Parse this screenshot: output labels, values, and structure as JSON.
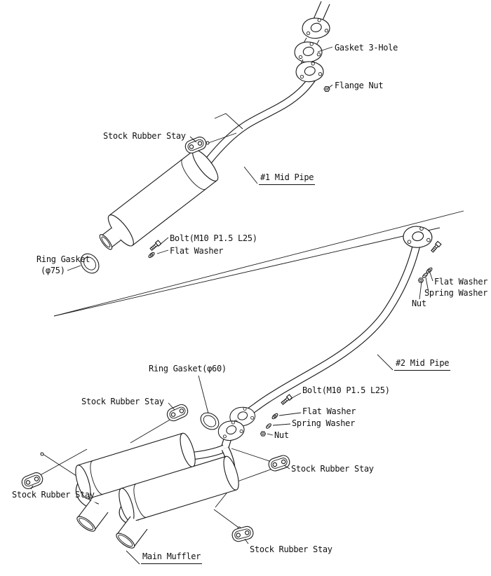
{
  "diagram": {
    "type": "exploded-parts-diagram",
    "subject": "Exhaust system installation diagram (mid pipes and main muffler)",
    "colors": {
      "background": "#ffffff",
      "line": "#1a1a1a",
      "text": "#111111"
    },
    "labels": {
      "gasket_3_hole": "Gasket 3-Hole",
      "flange_nut": "Flange Nut",
      "stock_rubber_stay": "Stock Rubber Stay",
      "mid_pipe_1": "#1 Mid Pipe",
      "bolt_m10": "Bolt(M10 P1.5 L25)",
      "flat_washer": "Flat Washer",
      "ring_gasket_75_name": "Ring Gasket",
      "ring_gasket_75_size": "(φ75)",
      "spring_washer": "Spring Washer",
      "nut": "Nut",
      "mid_pipe_2": "#2 Mid Pipe",
      "ring_gasket_60": "Ring Gasket(φ60)",
      "main_muffler": "Main Muffler"
    }
  }
}
